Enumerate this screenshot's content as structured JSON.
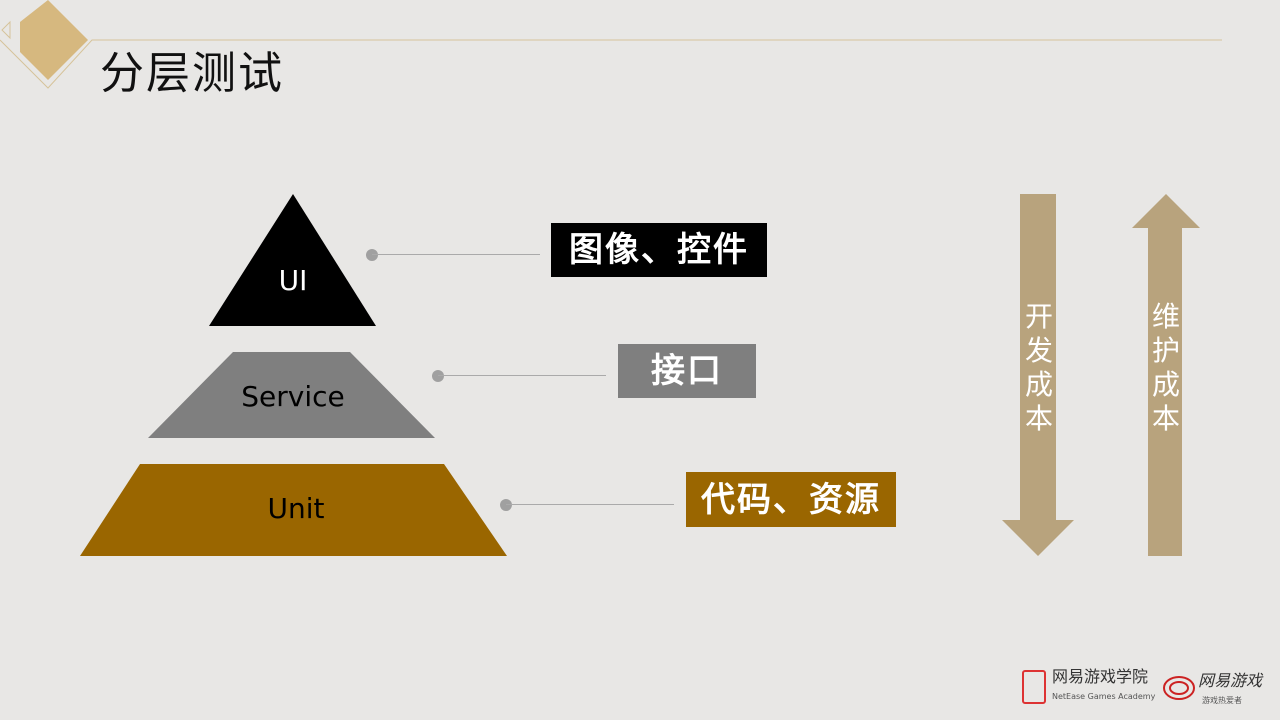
{
  "title": "分层测试",
  "pyramid": {
    "top": "UI",
    "middle": "Service",
    "bottom": "Unit"
  },
  "labels": {
    "top": "图像、控件",
    "middle": "接口",
    "bottom": "代码、资源"
  },
  "arrows": {
    "down": "开发成本",
    "up": "维护成本"
  },
  "colors": {
    "ui": "#000000",
    "service": "#7f7f7f",
    "unit": "#9a6600",
    "arrow": "#b8a37d",
    "accent": "#d4b87f"
  },
  "footer": {
    "academy": "网易游戏学院",
    "academy_en": "NetEase Games Academy",
    "games": "网易游戏",
    "games_sub": "游戏热爱者"
  }
}
